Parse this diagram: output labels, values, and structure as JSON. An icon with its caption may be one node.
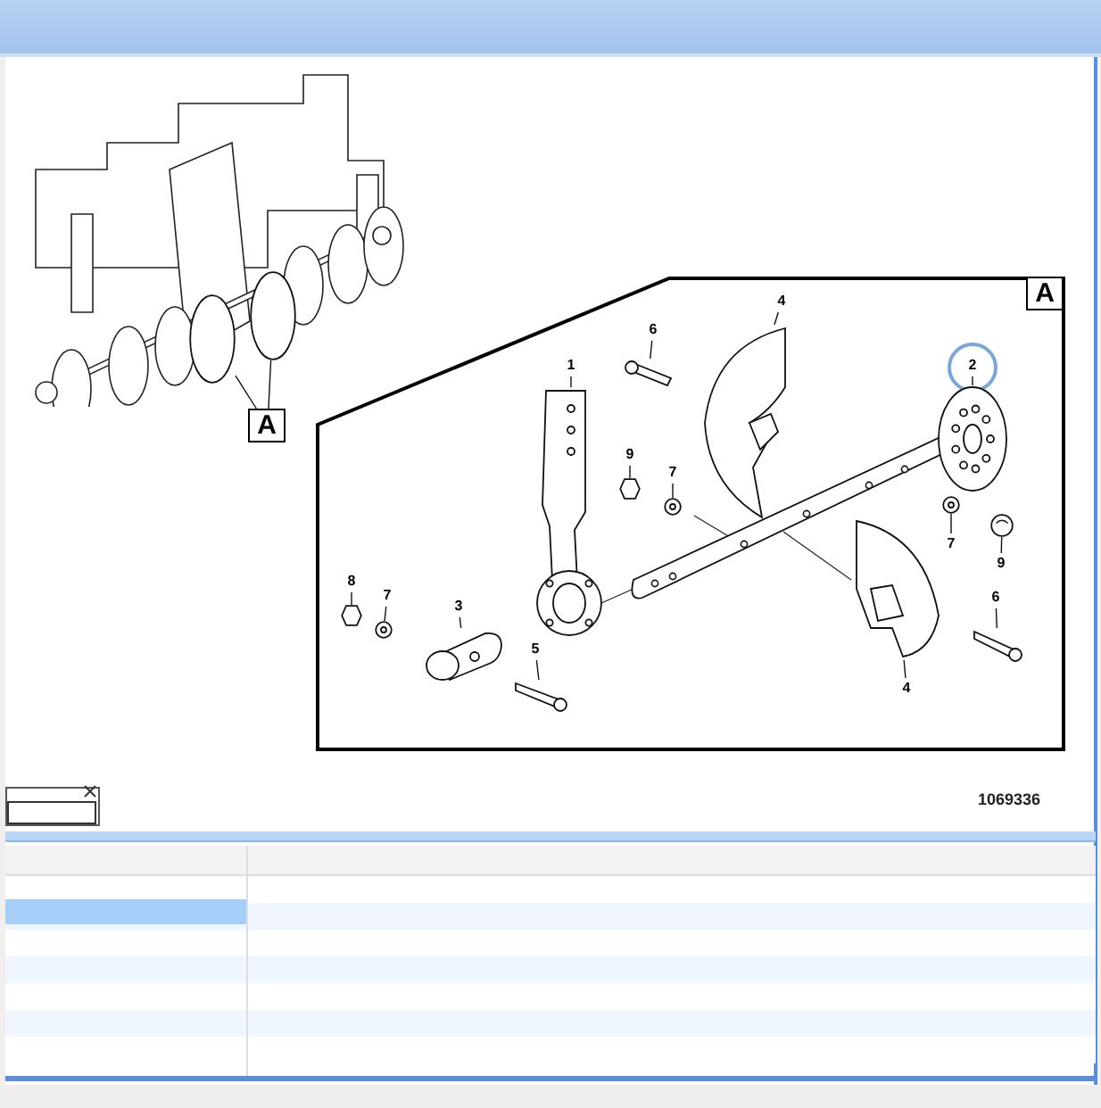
{
  "diagram": {
    "nodes": [
      {
        "text": [],
        "shape": "circle"
      },
      {
        "text": [],
        "shape": "circle"
      },
      {
        "text": [
          "A"
        ]
      },
      {
        "text": [],
        "shape": "box"
      },
      {
        "text": [
          "A"
        ],
        "in": 3
      },
      {
        "text": [
          "4"
        ],
        "in": 3
      },
      {
        "text": [],
        "shape": "picture",
        "in": 3
      },
      {
        "text": [
          "6"
        ],
        "in": 3
      },
      {
        "text": [],
        "shape": "picture",
        "in": 3
      },
      {
        "text": [
          "1"
        ],
        "in": 3
      },
      {
        "text": [],
        "shape": "picture",
        "in": 3
      },
      {
        "text": [
          "2"
        ],
        "in": 3
      },
      {
        "text": [],
        "shape": "picture",
        "in": 3
      },
      {
        "text": [
          "9"
        ],
        "in": 3
      },
      {
        "text": [],
        "shape": "hexagon",
        "in": 3
      },
      {
        "text": [
          "7"
        ],
        "in": 3
      },
      {
        "text": [],
        "shape": "circle",
        "in": 3
      },
      {
        "text": [
          "7"
        ],
        "in": 3
      },
      {
        "text": [],
        "shape": "circle",
        "in": 3
      },
      {
        "text": [
          "9"
        ],
        "in": 3
      },
      {
        "text": [],
        "shape": "circle",
        "in": 3
      },
      {
        "text": [
          "8"
        ],
        "in": 3
      },
      {
        "text": [],
        "shape": "hexagon",
        "in": 3
      },
      {
        "text": [
          "7"
        ],
        "in": 3
      },
      {
        "text": [],
        "shape": "circle",
        "in": 3
      },
      {
        "text": [
          "3"
        ],
        "in": 3
      },
      {
        "text": [],
        "shape": "picture",
        "in": 3
      },
      {
        "text": [
          "6"
        ],
        "in": 3
      },
      {
        "text": [],
        "shape": "picture",
        "in": 3
      },
      {
        "text": [
          "5"
        ],
        "in": 3
      },
      {
        "text": [],
        "shape": "picture",
        "in": 3
      },
      {
        "text": [
          "4"
        ],
        "in": 3
      },
      {
        "text": [],
        "shape": "picture",
        "in": 3
      }
    ],
    "edges": [
      {
        "from": 2,
        "to": 0,
        "arrow": "none"
      },
      {
        "from": 2,
        "to": 1,
        "arrow": "none"
      },
      {
        "from": 5,
        "to": 6,
        "arrow": "none"
      },
      {
        "from": 7,
        "to": 8,
        "arrow": "none"
      },
      {
        "from": 9,
        "to": 10,
        "arrow": "none"
      },
      {
        "from": 11,
        "to": 12,
        "arrow": "none"
      },
      {
        "from": 13,
        "to": 14,
        "arrow": "none"
      },
      {
        "from": 15,
        "to": 16,
        "arrow": "none"
      },
      {
        "from": 17,
        "to": 18,
        "arrow": "none"
      },
      {
        "from": 19,
        "to": 20,
        "arrow": "none"
      },
      {
        "from": 21,
        "to": 22,
        "arrow": "none"
      },
      {
        "from": 23,
        "to": 24,
        "arrow": "none"
      },
      {
        "from": 25,
        "to": 26,
        "arrow": "none"
      },
      {
        "from": 27,
        "to": 28,
        "arrow": "none"
      },
      {
        "from": 29,
        "to": 30,
        "arrow": "none"
      },
      {
        "from": 31,
        "to": 32,
        "arrow": "none"
      }
    ],
    "labels": [
      "1069336"
    ]
  }
}
